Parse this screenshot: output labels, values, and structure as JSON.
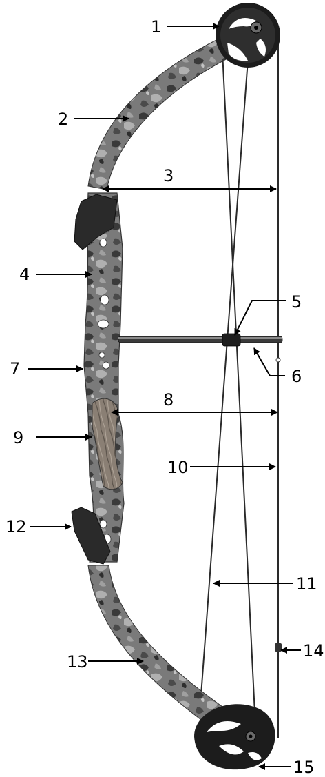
{
  "labels": {
    "l1": "1",
    "l2": "2",
    "l3": "3",
    "l4": "4",
    "l5": "5",
    "l6": "6",
    "l7": "7",
    "l8": "8",
    "l9": "9",
    "l10": "10",
    "l11": "11",
    "l12": "12",
    "l13": "13",
    "l14": "14",
    "l15": "15"
  },
  "colors": {
    "camo_dark": "#3a3a3a",
    "camo_mid": "#6d6d6d",
    "camo_light": "#a8a8a8",
    "wood": "#8a7f74",
    "string": "#2a2a2a",
    "cam": "#1c1c1c"
  }
}
